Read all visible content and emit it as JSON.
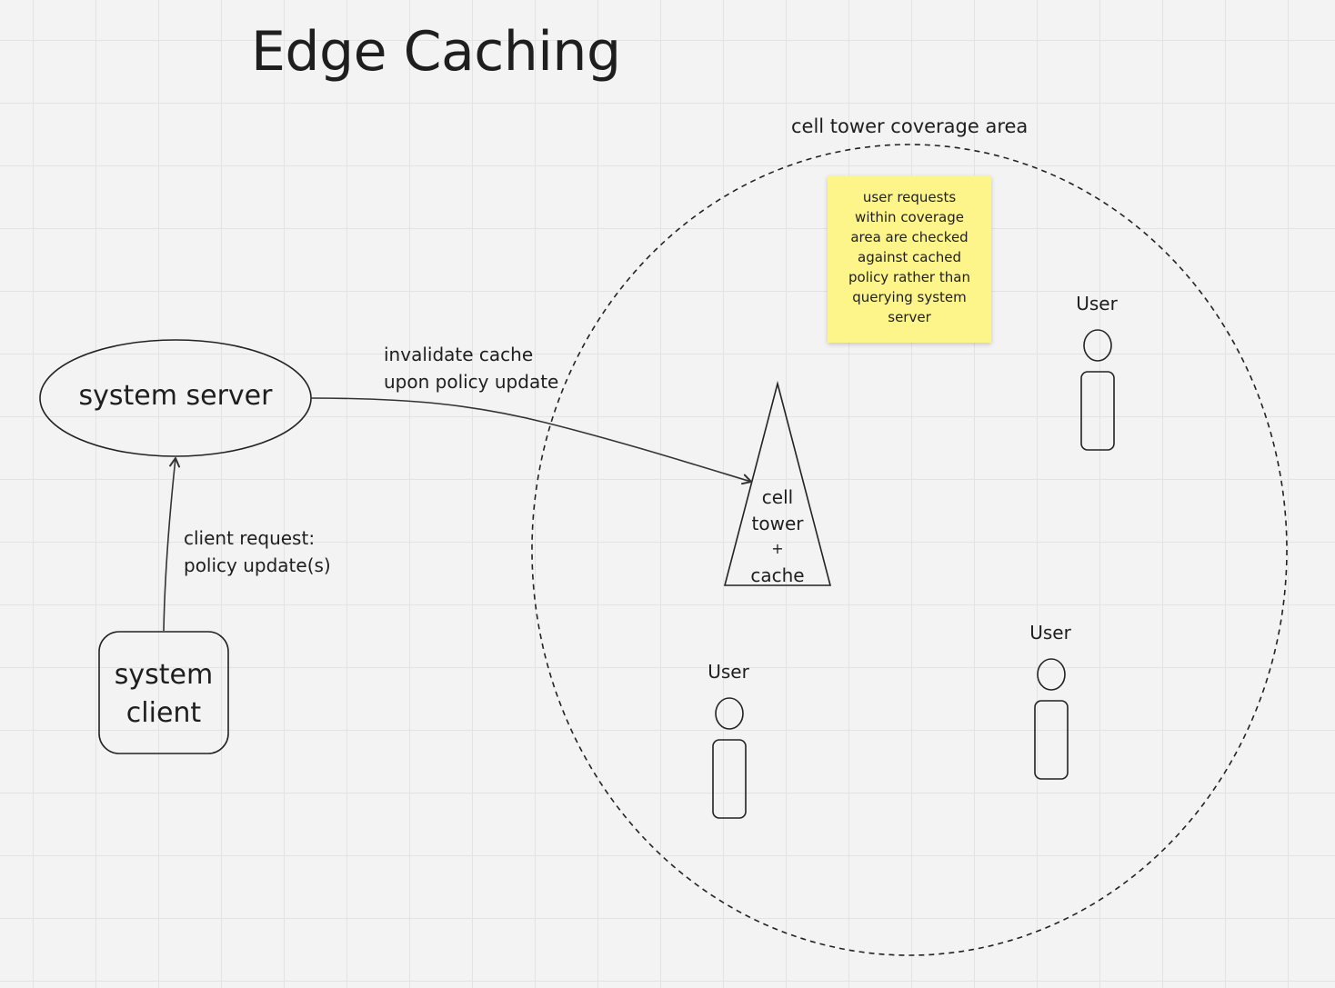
{
  "title": "Edge Caching",
  "coverage_area": {
    "label": "cell tower coverage area"
  },
  "sticky_note": {
    "lines": [
      "user requests",
      "within coverage",
      "area are checked",
      "against cached",
      "policy rather than",
      "querying system",
      "server"
    ],
    "color": "#fef58a"
  },
  "nodes": {
    "system_server": {
      "label": "system server",
      "shape": "ellipse"
    },
    "system_client": {
      "lines": [
        "system",
        "client"
      ],
      "shape": "rounded-rectangle"
    },
    "cell_tower": {
      "lines": [
        "cell",
        "tower",
        "+",
        "cache"
      ],
      "shape": "triangle"
    }
  },
  "users": [
    {
      "label": "User"
    },
    {
      "label": "User"
    },
    {
      "label": "User"
    }
  ],
  "edges": {
    "invalidate": {
      "from": "system_server",
      "to": "cell_tower",
      "lines": [
        "invalidate cache",
        "upon policy update"
      ]
    },
    "client_request": {
      "from": "system_client",
      "to": "system_server",
      "lines": [
        "client request:",
        "policy update(s)"
      ]
    }
  }
}
